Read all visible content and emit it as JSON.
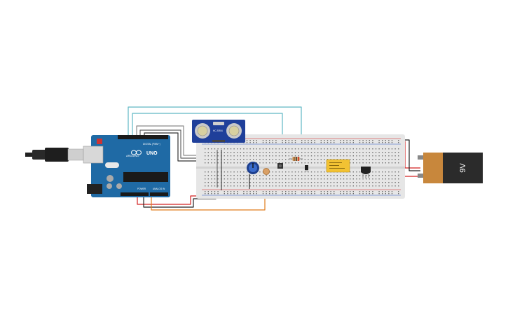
{
  "components": {
    "arduino": {
      "board_name": "UNO",
      "brand_text": "ARDUINO",
      "digital_label": "DIGITAL (PWM~)",
      "power_label": "POWER",
      "analog_label": "ANALOG IN",
      "board_color": "#1f6aa5"
    },
    "ultrasonic": {
      "model_label": "HC-SR04",
      "board_color": "#1f3f9a"
    },
    "battery": {
      "voltage_label": "9V",
      "wrapper_color": "#c8873c",
      "body_color": "#2b2b2b"
    },
    "breadboard": {
      "color": "#e6e6e6"
    },
    "relay": {
      "color": "#f2c233"
    }
  },
  "wire_colors": {
    "red": "#d22020",
    "black": "#222222",
    "teal": "#5fb8c4",
    "orange": "#e07b1a",
    "green": "#2f9a3a",
    "magenta": "#d0307a",
    "blue": "#3a86d8",
    "gray": "#7a7a7a"
  }
}
